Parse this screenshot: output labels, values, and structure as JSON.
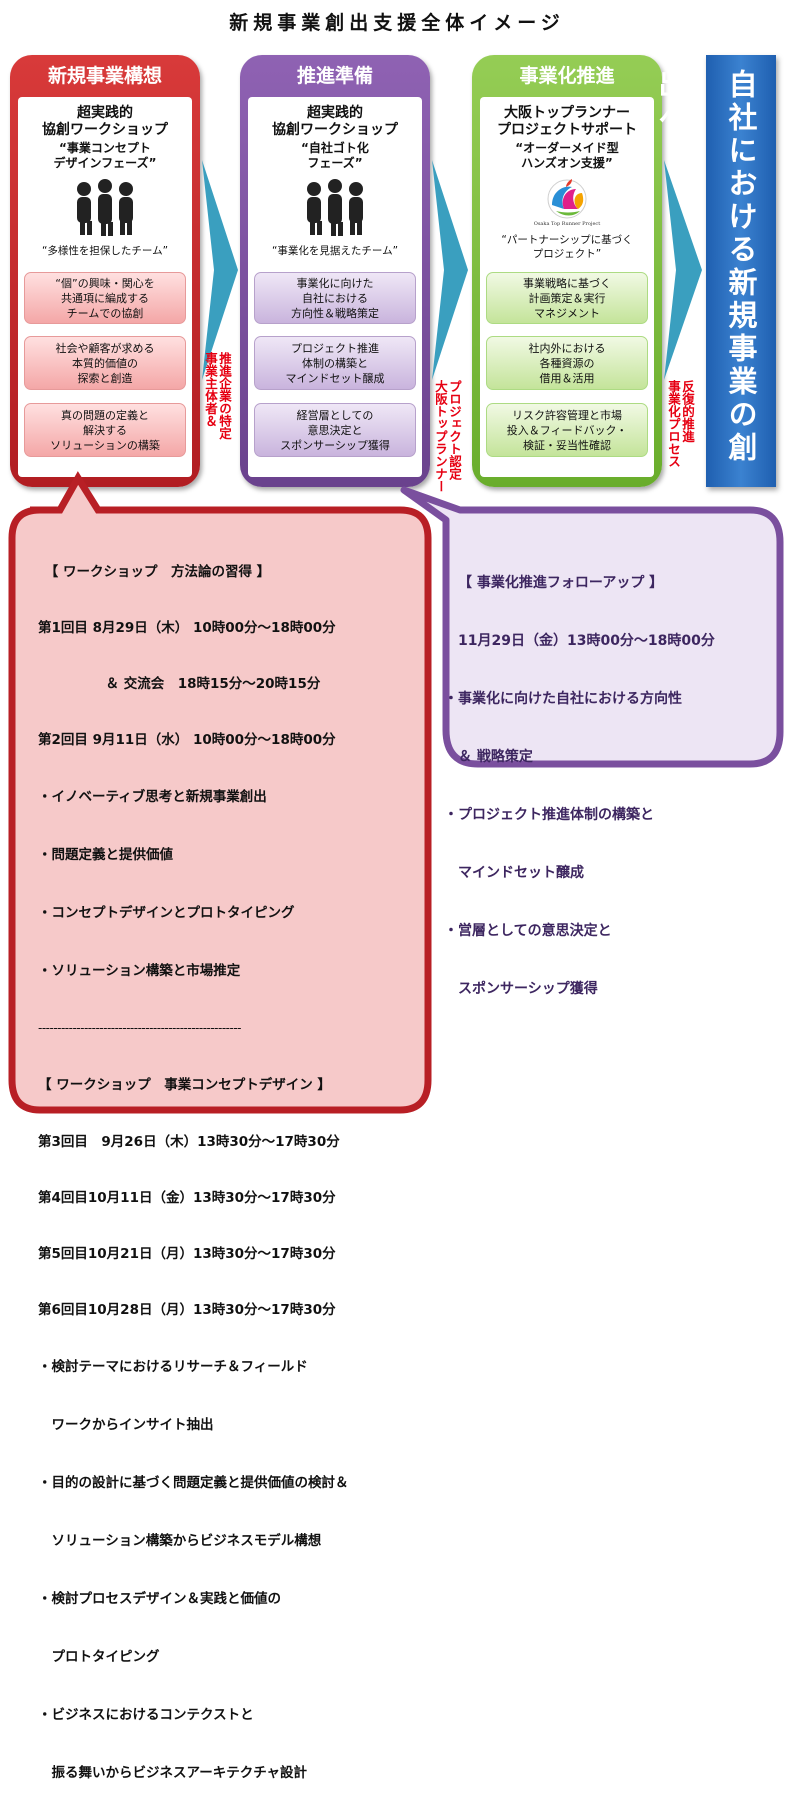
{
  "title": "新規事業創出支援全体イメージ",
  "columns": [
    {
      "header": "新規事業構想",
      "ws_title": [
        "超実践的",
        "協創ワークショップ"
      ],
      "ws_phase": [
        "“事業コンセプト",
        "デザインフェーズ”"
      ],
      "team_label": "“多様性を担保したチーム”",
      "items": [
        [
          "“個”の興味・関心を",
          "共通項に編成する",
          "チームでの協創"
        ],
        [
          "社会や顧客が求める",
          "本質的価値の",
          "探索と創造"
        ],
        [
          "真の問題の定義と",
          "解決する",
          "ソリューションの構築"
        ]
      ]
    },
    {
      "header": "推進準備",
      "ws_title": [
        "超実践的",
        "協創ワークショップ"
      ],
      "ws_phase": [
        "“自社ゴト化",
        "フェーズ”"
      ],
      "team_label": "“事業化を見据えたチーム”",
      "items": [
        [
          "事業化に向けた",
          "自社における",
          "方向性＆戦略策定"
        ],
        [
          "プロジェクト推進",
          "体制の構築と",
          "マインドセット醸成"
        ],
        [
          "経営層としての",
          "意思決定と",
          "スポンサーシップ獲得"
        ]
      ]
    },
    {
      "header": "事業化推進",
      "ws_title": [
        "大阪トップランナー",
        "プロジェクトサポート"
      ],
      "ws_phase": [
        "“オーダーメイド型",
        "ハンズオン支援”"
      ],
      "logo_caption": "Osaka Top Runner Project",
      "team_label": [
        "“パートナーシップに基づく",
        "プロジェクト”"
      ],
      "items": [
        [
          "事業戦略に基づく",
          "計画策定＆実行",
          "マネジメント"
        ],
        [
          "社内外における",
          "各種資源の",
          "借用＆活用"
        ],
        [
          "リスク許容管理と市場",
          "投入＆フィードバック・",
          "検証・妥当性確認"
        ]
      ]
    }
  ],
  "arrow_labels": [
    [
      "推進企業の特定",
      "事業主体者＆"
    ],
    [
      "プロジェクト認定",
      "大阪トップランナー"
    ],
    [
      "反復的推進",
      "事業化プロセス"
    ]
  ],
  "final_text": "自社における新規事業の創出へ！",
  "callout_left": {
    "lines": [
      "　【 ワークショップ　方法論の習得 】",
      "第1回目 8月29日（木） 10時00分～18時00分",
      "　　　　　＆ 交流会　18時15分～20時15分",
      "第2回目 9月11日（水） 10時00分～18時00分",
      "・イノベーティブ思考と新規事業創出",
      "・問題定義と提供価値",
      "・コンセプトデザインとプロトタイピング",
      "・ソリューション構築と市場推定",
      "-----------------------------------------------------",
      "【 ワークショップ　事業コンセプトデザイン 】",
      "第3回目　9月26日（木）13時30分～17時30分",
      "第4回目10月11日（金）13時30分～17時30分",
      "第5回目10月21日（月）13時30分～17時30分",
      "第6回目10月28日（月）13時30分～17時30分",
      "・検討テーマにおけるリサーチ＆フィールド",
      "　ワークからインサイト抽出",
      "・目的の設計に基づく問題定義と提供価値の検討＆",
      "　ソリューション構築からビジネスモデル構想",
      "・検討プロセスデザイン＆実践と価値の",
      "　プロトタイピング",
      "・ビジネスにおけるコンテクストと",
      "　振る舞いからビジネスアーキテクチャ設計"
    ]
  },
  "callout_right": {
    "lines": [
      "【 事業化推進フォローアップ 】",
      "11月29日（金）13時00分～18時00分",
      "・事業化に向けた自社における方向性",
      "　＆ 戦略策定",
      "・プロジェクト推進体制の構築と",
      "　マインドセット醸成",
      "・営層としての意思決定と",
      "　スポンサーシップ獲得"
    ]
  },
  "colors": {
    "red": "#c0262c",
    "purple": "#7a4f9e",
    "green": "#7cbf3a",
    "blue": "#2f6fbf",
    "arrow_teal": "#3a9fbf",
    "label_red": "#e60012"
  }
}
